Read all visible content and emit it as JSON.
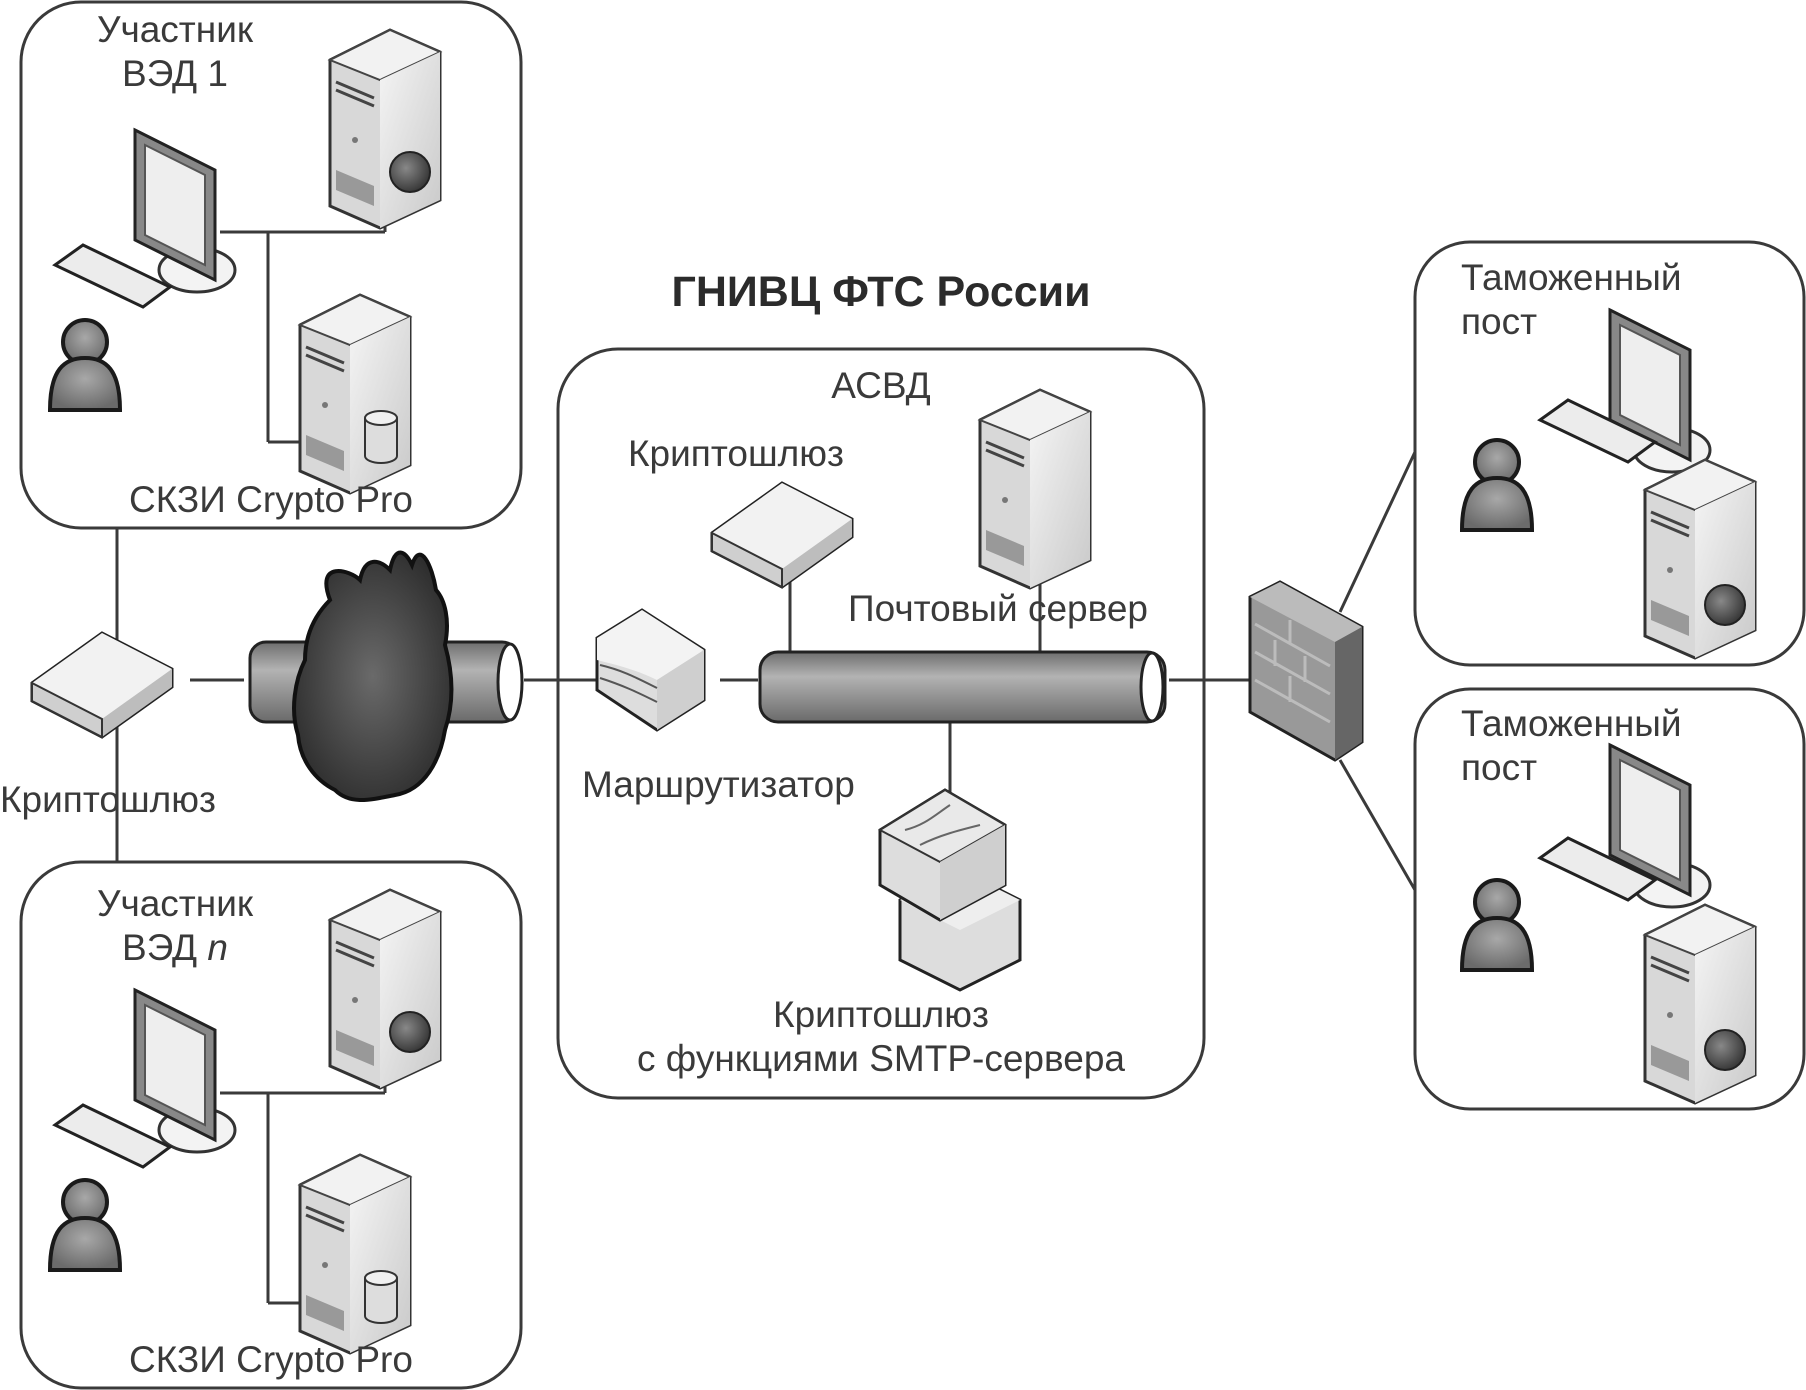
{
  "title": "ГНИВЦ ФТС России",
  "participants": [
    {
      "name_line1": "Участник",
      "name_line2": "ВЭД 1",
      "software": "СКЗИ Crypto Pro"
    },
    {
      "name_line1": "Участник",
      "name_line2_prefix": "ВЭД ",
      "name_line2_var": "n",
      "software": "СКЗИ Crypto Pro"
    }
  ],
  "left_gateway": {
    "label": "Криптошлюз",
    "icon": "crypto-gateway-icon"
  },
  "internet": {
    "icon": "internet-cloud-icon"
  },
  "asvd": {
    "label": "АСВД",
    "crypto_gateway": "Криптошлюз",
    "mail_server": "Почтовый сервер",
    "router": "Маршрутизатор",
    "smtp_gateway_line1": "Криптошлюз",
    "smtp_gateway_line2": "с функциями SMTP-сервера"
  },
  "firewall": {
    "icon": "firewall-icon"
  },
  "customs_posts": [
    {
      "line1": "Таможенный",
      "line2": "пост"
    },
    {
      "line1": "Таможенный",
      "line2": "пост"
    }
  ],
  "colors": {
    "line": "#3a3a3a",
    "cloud": "#3c3c3c",
    "pipe": "#8f8f8f",
    "device": "#e6e6e6"
  }
}
